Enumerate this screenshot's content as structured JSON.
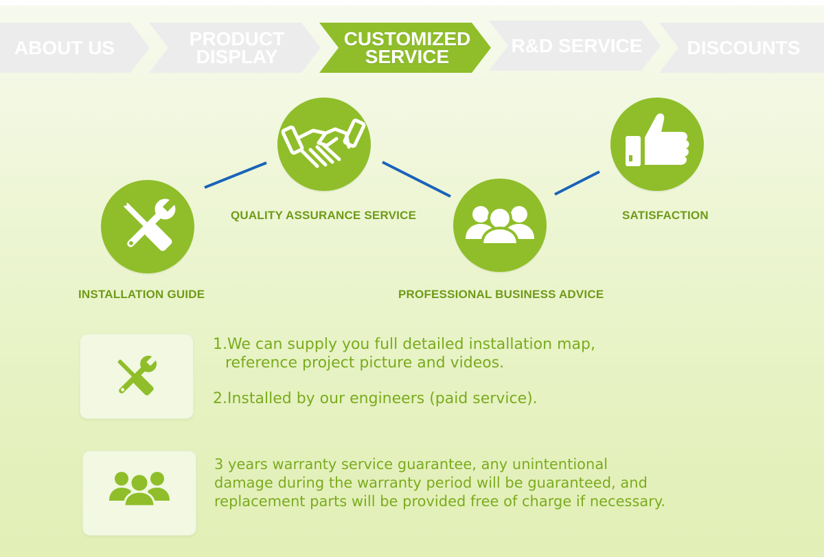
{
  "nav": {
    "items": [
      {
        "label": "ABOUT US",
        "active": false
      },
      {
        "label": "PRODUCT DISPLAY",
        "line1": "PRODUCT",
        "line2": "DISPLAY",
        "active": false
      },
      {
        "label": "CUSTOMIZED SERVICE",
        "line1": "CUSTOMIZED",
        "line2": "SERVICE",
        "active": true
      },
      {
        "label": "R&D SERVICE",
        "active": false
      },
      {
        "label": "DISCOUNTS",
        "active": false
      }
    ]
  },
  "steps": [
    {
      "label": "INSTALLATION GUIDE",
      "icon": "tools-icon"
    },
    {
      "label": "QUALITY ASSURANCE SERVICE",
      "icon": "handshake-icon"
    },
    {
      "label": "PROFESSIONAL BUSINESS ADVICE",
      "icon": "people-icon"
    },
    {
      "label": "SATISFACTION",
      "icon": "thumbs-up-icon"
    }
  ],
  "details": {
    "installation": {
      "icon": "tools-icon",
      "line1": "1.We can supply you full detailed installation map,",
      "line2": "reference project picture and videos.",
      "line3": "2.Installed by our engineers (paid service)."
    },
    "warranty": {
      "icon": "people-icon",
      "line1": "3 years warranty service guarantee, any unintentional",
      "line2": "damage during the warranty period will be guaranteed, and",
      "line3": "replacement parts will be provided free of charge if necessary."
    }
  },
  "colors": {
    "accent": "#8fbe2a",
    "label_text": "#6f9a17",
    "connector": "#1a63b8",
    "nav_inactive": "#ececec"
  }
}
